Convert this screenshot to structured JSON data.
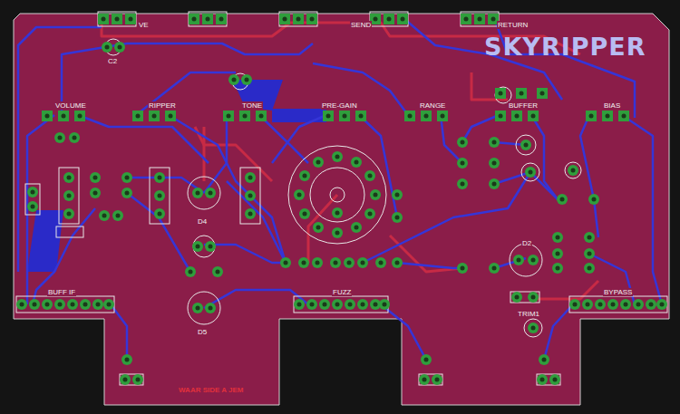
{
  "diagram": {
    "labels": [
      "VE",
      "SEND",
      "RETURN",
      "SKYRIPPER",
      "VOLUME",
      "RIPPER",
      "TONE",
      "PRE-GAIN",
      "RANGE",
      "BUFFER",
      "BIAS",
      "C2",
      "D4",
      "D5",
      "D2",
      "BUFF IF",
      "FUZZ",
      "BYPASS",
      "TRIM1",
      "WAAR SIDE A JEM"
    ]
  }
}
